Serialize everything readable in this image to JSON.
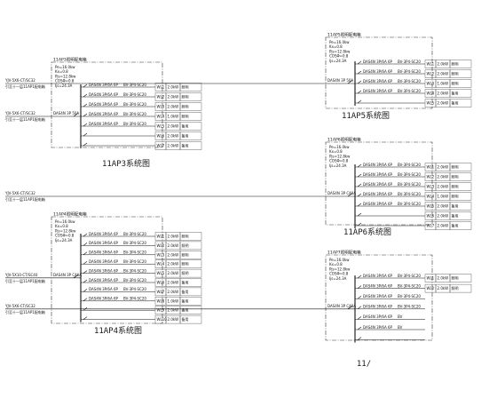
{
  "panels": [
    {
      "id": "11AP3",
      "header": "11AP3照明配电箱",
      "caption": "11AP3系统图",
      "params": [
        "Pe=16.0kw",
        "Kx=0.8",
        "Pjs=12.8kw",
        "COSΦ=0.8",
        "Ijs=24.3A"
      ],
      "feeder": "YJV-5X6-CT/SC32",
      "feeder_note": "引至十一层11AP1配电箱",
      "main_breaker": "DAS4N  3P  50A",
      "circuits": [
        {
          "breaker": "DAS4N  3P/6A  6P",
          "cable": "BV-3P4-SC20",
          "tag": "WL1",
          "power": "2.0kW",
          "use": "照明"
        },
        {
          "breaker": "DAS4N  3P/6A  6P",
          "cable": "BV-3P4-SC20",
          "tag": "WL2",
          "power": "2.0kW",
          "use": "照明"
        },
        {
          "breaker": "DAS4N  3P/6A  6P",
          "cable": "BV-3P4-SC20",
          "tag": "WL3",
          "power": "2.0kW",
          "use": "照明"
        },
        {
          "breaker": "DAS4N  3P/6A  6P",
          "cable": "BV-3P4-SC20",
          "tag": "WL4",
          "power": "1.0kW",
          "use": "照明"
        },
        {
          "breaker": "DAS4N  3P/6A  6P",
          "cable": "BV-3P4-SC20",
          "tag": "WL5",
          "power": "2.0kW",
          "use": "备用"
        },
        {
          "breaker": "",
          "cable": "",
          "tag": "WL6",
          "power": "2.0kW",
          "use": "备用"
        },
        {
          "breaker": "",
          "cable": "",
          "tag": "WL7",
          "power": "2.0kW",
          "use": "备用"
        }
      ]
    },
    {
      "id": "11AP4",
      "header": "11AP4照明配电箱",
      "caption": "11AP4系统图",
      "params": [
        "Pe=16.0kw",
        "Kx=0.8",
        "Pjs=12.8kw",
        "COSΦ=0.8",
        "Ijs=24.3A"
      ],
      "feeder": "YJV-5X10-CT/SC40",
      "feeder_note": "引至十一层11AP1配电箱",
      "main_breaker": "DAS4N  3P  C40A",
      "circuits": [
        {
          "breaker": "DAS4N  3P/6A  6P",
          "cable": "BV-3P4-SC20",
          "tag": "WL1",
          "power": "2.0kW",
          "use": "照明"
        },
        {
          "breaker": "DAS4N  3P/6A  6P",
          "cable": "BV-3P4-SC20",
          "tag": "WL2",
          "power": "2.0kW",
          "use": "照明"
        },
        {
          "breaker": "DAS4N  3P/6A  6P",
          "cable": "BV-3P4-SC20",
          "tag": "WL3",
          "power": "2.0kW",
          "use": "照明"
        },
        {
          "breaker": "DAS4N  3P/6A  6P",
          "cable": "BV-3P4-SC20",
          "tag": "WL4",
          "power": "2.0kW",
          "use": "照明"
        },
        {
          "breaker": "DAS4N  3P/6A  6P",
          "cable": "BV-3P4-SC20",
          "tag": "WL5",
          "power": "2.0kW",
          "use": "照明"
        },
        {
          "breaker": "DAS4N  3P/6A  6P",
          "cable": "BV-3P4-SC20",
          "tag": "WL6",
          "power": "2.0kW",
          "use": "备用"
        },
        {
          "breaker": "DAS4N  3P/6A  6P",
          "cable": "BV-3P4-SC20",
          "tag": "WL7",
          "power": "2.0kW",
          "use": "备用"
        },
        {
          "breaker": "DAS4N  3P/6A  6P",
          "cable": "BV-3P4-SC20",
          "tag": "WL8",
          "power": "1.0kW",
          "use": "备用"
        },
        {
          "breaker": "",
          "cable": "",
          "tag": "WL9",
          "power": "2.0kW",
          "use": "备用"
        },
        {
          "breaker": "",
          "cable": "",
          "tag": "WL10",
          "power": "2.0kW",
          "use": "备用"
        }
      ]
    },
    {
      "id": "11AP5",
      "header": "11AP5照明配电箱",
      "caption": "11AP5系统图",
      "params": [
        "Pe=16.0kw",
        "Kx=0.8",
        "Pjs=12.8kw",
        "COSΦ=0.8",
        "Ijs=24.3A"
      ],
      "feeder": "YJV-5X6-CT/SC32",
      "feeder_note": "引至十一层11AP1配电箱",
      "main_breaker": "DAS4N  3P  50A",
      "circuits": [
        {
          "breaker": "DAS4N  3P/6A  6P",
          "cable": "BV-3P4-SC20",
          "tag": "WL1",
          "power": "2.0kW",
          "use": "照明"
        },
        {
          "breaker": "DAS4N  3P/6A  6P",
          "cable": "BV-3P4-SC20",
          "tag": "WL2",
          "power": "2.0kW",
          "use": "照明"
        },
        {
          "breaker": "DAS4N  3P/6A  6P",
          "cable": "BV-3P4-SC20",
          "tag": "WL3",
          "power": "1.0kW",
          "use": "照明"
        },
        {
          "breaker": "DAS4N  3P/6A  6P",
          "cable": "BV-3P4-SC20",
          "tag": "WL4",
          "power": "2.0kW",
          "use": "备用"
        },
        {
          "breaker": "",
          "cable": "",
          "tag": "WL5",
          "power": "2.0kW",
          "use": "备用"
        }
      ]
    },
    {
      "id": "11AP6",
      "header": "11AP6照明配电箱",
      "caption": "11AP6系统图",
      "params": [
        "Pe=16.0kw",
        "Kx=0.8",
        "Pjs=12.8kw",
        "COSΦ=0.8",
        "Ijs=24.3A"
      ],
      "feeder": "YJV-5X6-CT/SC32",
      "feeder_note": "引至十一层11AP1配电箱",
      "main_breaker": "DAS4N  3P  C40A",
      "circuits": [
        {
          "breaker": "DAS4N  3P/6A  6P",
          "cable": "BV-3P4-SC20",
          "tag": "WL1",
          "power": "2.0kW",
          "use": "照明"
        },
        {
          "breaker": "DAS4N  3P/6A  6P",
          "cable": "BV-3P4-SC20",
          "tag": "WL2",
          "power": "2.0kW",
          "use": "照明"
        },
        {
          "breaker": "DAS4N  3P/6A  6P",
          "cable": "BV-3P4-SC20",
          "tag": "WL3",
          "power": "2.0kW",
          "use": "照明"
        },
        {
          "breaker": "DAS4N  3P/6A  6P",
          "cable": "BV-3P4-SC20",
          "tag": "WL4",
          "power": "1.0kW",
          "use": "照明"
        },
        {
          "breaker": "DAS4N  3P/6A  6P",
          "cable": "BV-3P4-SC20",
          "tag": "WL5",
          "power": "2.0kW",
          "use": "备用"
        },
        {
          "breaker": "",
          "cable": "",
          "tag": "WL6",
          "power": "2.0kW",
          "use": "备用"
        },
        {
          "breaker": "",
          "cable": "",
          "tag": "WL7",
          "power": "2.0kW",
          "use": "备用"
        }
      ]
    },
    {
      "id": "11AP7",
      "header": "11AP7照明配电箱",
      "caption": "11/",
      "params": [
        "Pe=16.0kw",
        "Kx=0.8",
        "Pjs=12.8kw",
        "COSΦ=0.8",
        "Ijs=24.3A"
      ],
      "feeder": "YJV-5X6-CT/SC32",
      "feeder_note": "引至十一层11AP1配电箱",
      "main_breaker": "DAS4N  3P  C40A",
      "circuits": [
        {
          "breaker": "DAS4N  3P/6A  6P",
          "cable": "BV-3P4-SC20",
          "tag": "WL1",
          "power": "2.0kW",
          "use": "照明"
        },
        {
          "breaker": "DAS4N  3P/6A  6P",
          "cable": "BV-3P4-SC20",
          "tag": "WL2",
          "power": "2.0kW",
          "use": "照明"
        },
        {
          "breaker": "DAS4N  3P/6A  6P",
          "cable": "BV-3P4-SC20",
          "tag": "",
          "power": "",
          "use": ""
        },
        {
          "breaker": "DAS4N  3P/6A  6P",
          "cable": "BV-3P4-SC20",
          "tag": "",
          "power": "",
          "use": ""
        },
        {
          "breaker": "DAS4N  3P/6A  6P",
          "cable": "BV",
          "tag": "",
          "power": "",
          "use": ""
        },
        {
          "breaker": "DAS4N  3P/6A  6P",
          "cable": "BV",
          "tag": "",
          "power": "",
          "use": ""
        },
        {
          "breaker": "",
          "cable": "",
          "tag": "",
          "power": "",
          "use": ""
        }
      ]
    }
  ]
}
